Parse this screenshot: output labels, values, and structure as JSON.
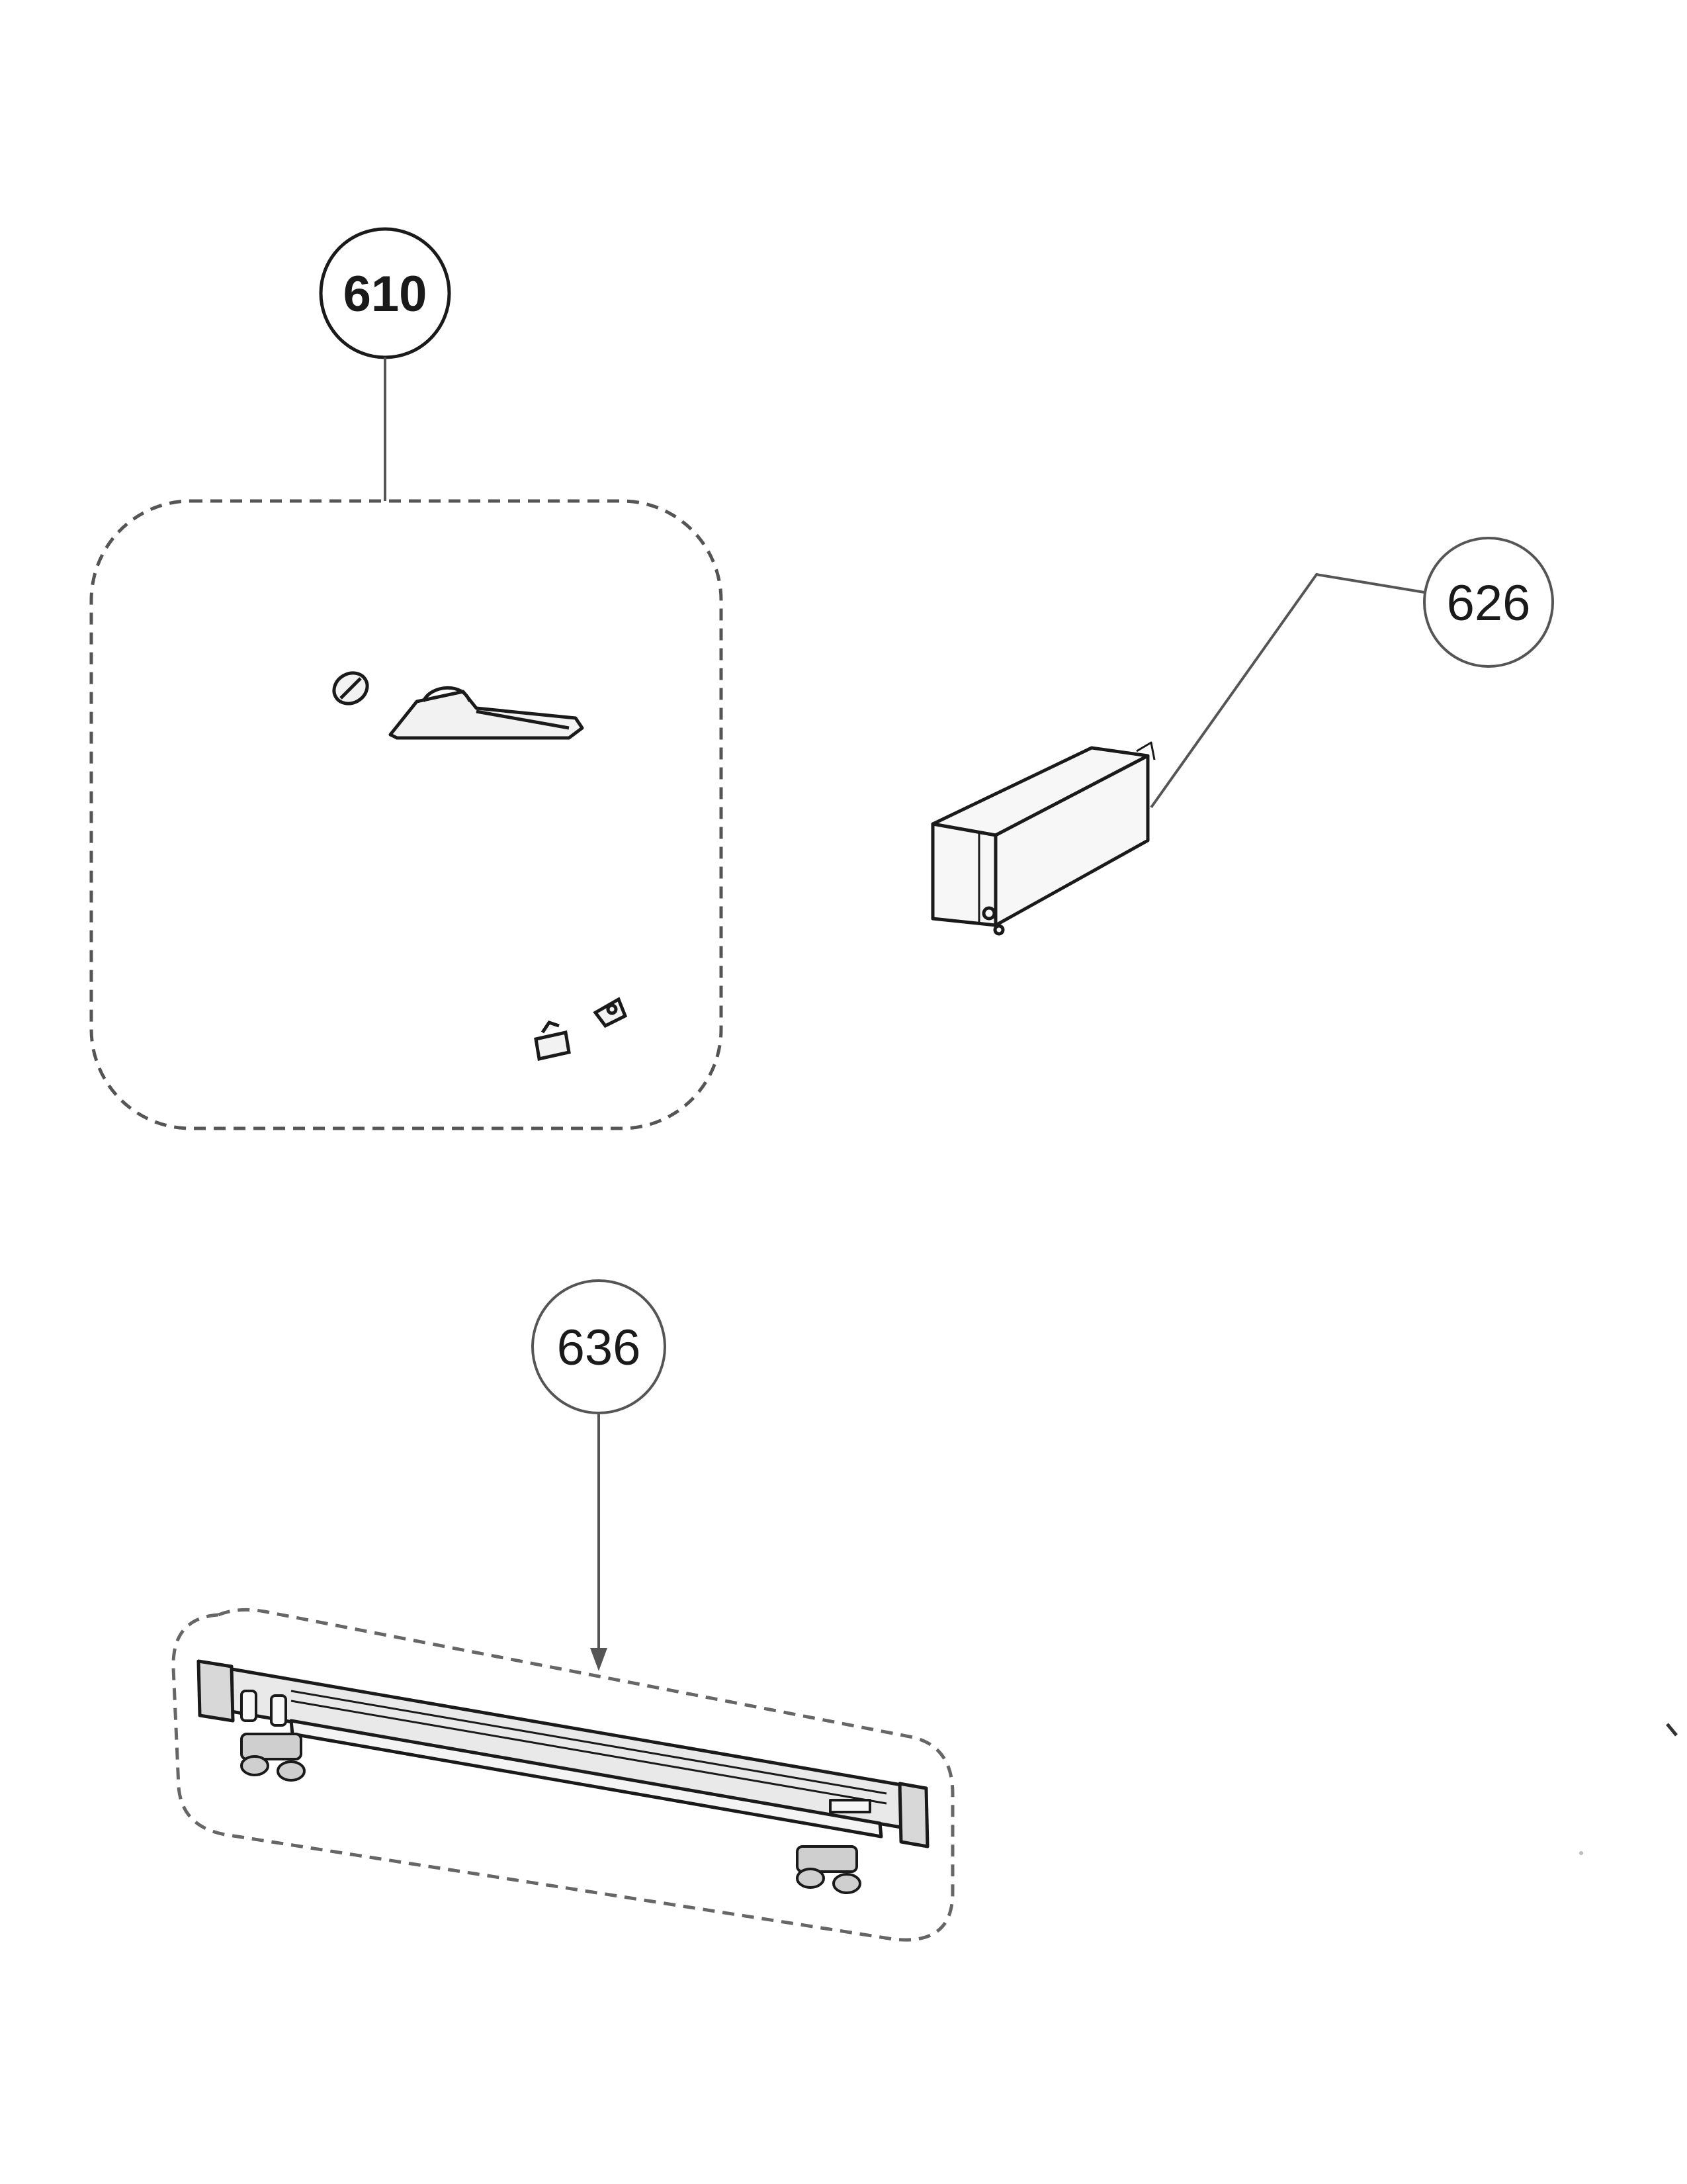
{
  "diagram": {
    "callouts": [
      {
        "id": "callout-610",
        "label": "610"
      },
      {
        "id": "callout-626",
        "label": "626"
      },
      {
        "id": "callout-636",
        "label": "636"
      }
    ],
    "colors": {
      "line": "#1a1a1a",
      "leader": "#555555",
      "dashed_group": "#555555",
      "part_fill": "#f2f2f2"
    }
  }
}
